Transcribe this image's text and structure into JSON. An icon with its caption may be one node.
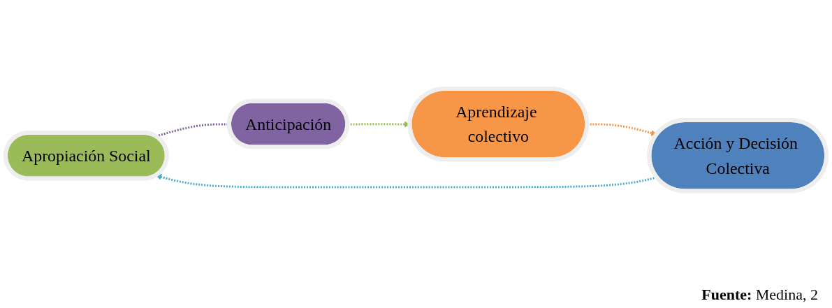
{
  "diagram": {
    "caption": "**Fuente:** Medina, 2",
    "nodes": [
      {
        "text": [
          "Apropiación Social"
        ]
      },
      {
        "text": [
          "Anticipación"
        ]
      },
      {
        "text": [
          "Acción y Decisión Colectiva"
        ]
      },
      {
        "text": [
          "Aprendizaje colectivo"
        ]
      }
    ],
    "edges": [
      {
        "from": 0,
        "to": 1,
        "arrow": "none",
        "style": "dashed",
        "color": "#8064a2"
      },
      {
        "from": 1,
        "to": 3,
        "arrow": "to",
        "style": "dashed",
        "color": "#9bbb59"
      },
      {
        "from": 3,
        "to": 2,
        "arrow": "to",
        "style": "dashed",
        "color": "#f79646"
      },
      {
        "from": 2,
        "to": 0,
        "arrow": "to",
        "style": "dashed",
        "color": "#4bacc6"
      }
    ]
  }
}
